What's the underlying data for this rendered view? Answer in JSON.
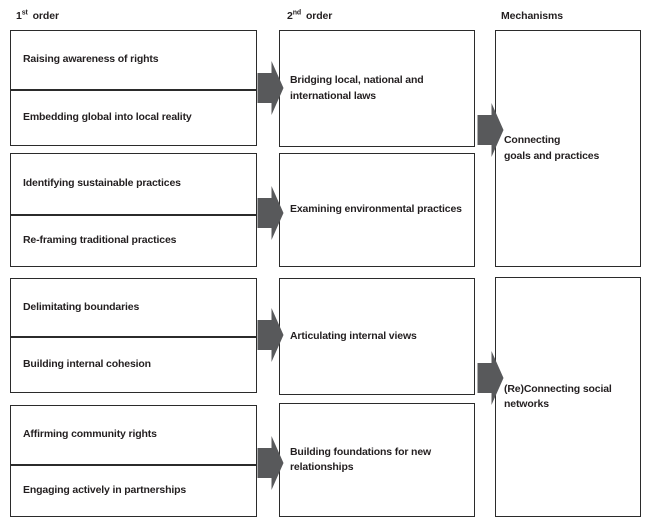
{
  "headers": {
    "first_order": {
      "num": "1",
      "sup": "st",
      "word": "order"
    },
    "second_order": {
      "num": "2",
      "sup": "nd",
      "word": "order"
    },
    "mechanisms": "Mechanisms"
  },
  "groups": [
    {
      "first_order": [
        "Raising awareness of rights",
        "Embedding global into local reality"
      ],
      "second_order": "Bridging local, national and\ninternational laws"
    },
    {
      "first_order": [
        "Identifying sustainable practices",
        "Re-framing traditional practices"
      ],
      "second_order": "Examining environmental practices"
    },
    {
      "first_order": [
        "Delimitating boundaries",
        "Building internal cohesion"
      ],
      "second_order": "Articulating internal views"
    },
    {
      "first_order": [
        "Affirming community rights",
        "Engaging actively in partnerships"
      ],
      "second_order": "Building foundations for new\nrelationships"
    }
  ],
  "mechanisms": [
    {
      "label": "Connecting\ngoals and practices"
    },
    {
      "label": "(Re)Connecting social\nnetworks"
    }
  ],
  "colors": {
    "arrow": "#58595b",
    "border": "#2b2b2b",
    "text": "#231f20",
    "background": "#ffffff"
  }
}
